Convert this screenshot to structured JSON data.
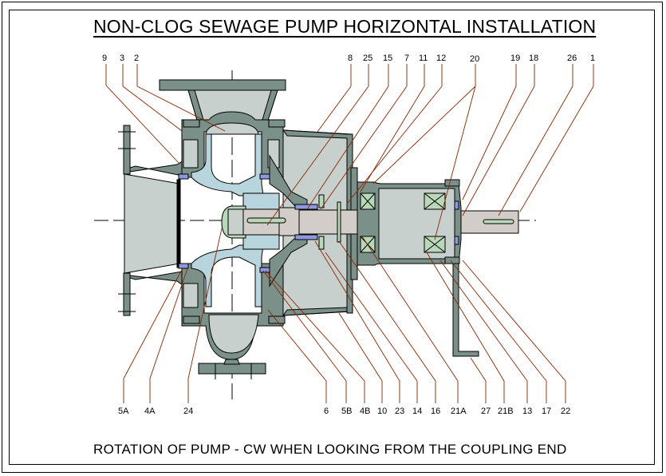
{
  "title": "NON-CLOG SEWAGE PUMP HORIZONTAL INSTALLATION",
  "footer": "ROTATION OF PUMP - CW WHEN LOOKING FROM THE COUPLING END",
  "colors": {
    "casing": "#7a9088",
    "fill_light": "#c8d0ce",
    "impeller": "#b8d4dc",
    "shaft": "#d2cdc8",
    "bearing": "#b8d8b8",
    "seal": "#8c98e0",
    "leader": "#8b2500",
    "outline": "#000000"
  },
  "callouts_top": [
    {
      "label": "9"
    },
    {
      "label": "3"
    },
    {
      "label": "2"
    },
    {
      "label": "8"
    },
    {
      "label": "25"
    },
    {
      "label": "15"
    },
    {
      "label": "7"
    },
    {
      "label": "11"
    },
    {
      "label": "12"
    },
    {
      "label": "20"
    },
    {
      "label": "19"
    },
    {
      "label": "18"
    },
    {
      "label": "26"
    },
    {
      "label": "1"
    }
  ],
  "callouts_bottom": [
    {
      "label": "5A"
    },
    {
      "label": "4A"
    },
    {
      "label": "24"
    },
    {
      "label": "6"
    },
    {
      "label": "5B"
    },
    {
      "label": "4B"
    },
    {
      "label": "10"
    },
    {
      "label": "23"
    },
    {
      "label": "14"
    },
    {
      "label": "16"
    },
    {
      "label": "21A"
    },
    {
      "label": "27"
    },
    {
      "label": "21B"
    },
    {
      "label": "13"
    },
    {
      "label": "17"
    },
    {
      "label": "22"
    }
  ]
}
